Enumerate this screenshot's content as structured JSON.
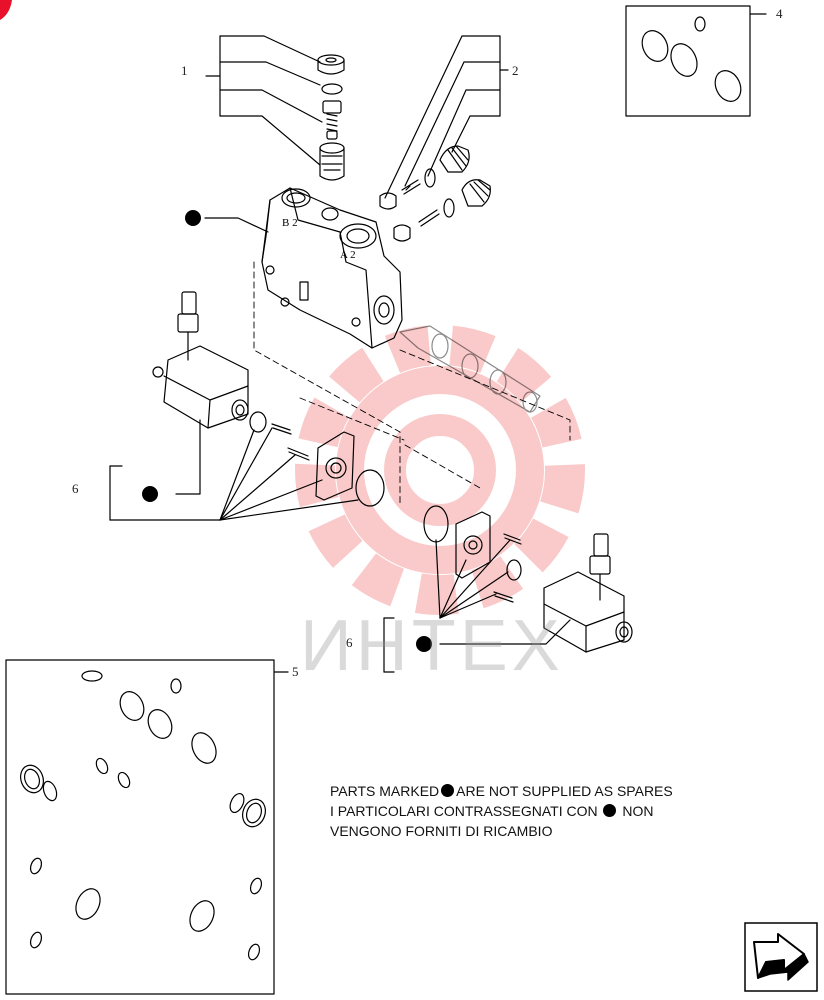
{
  "callouts": {
    "c1": "1",
    "c2": "2",
    "c4": "4",
    "c5": "5",
    "c6a": "6",
    "c6b": "6"
  },
  "port_labels": {
    "b2": "B 2",
    "a2": "A 2"
  },
  "note": {
    "line1_a": "PARTS MARKED",
    "line1_b": "ARE NOT SUPPLIED AS SPARES",
    "line2_a": "I  PARTICOLARI  CONTRASSEGNATI  CON",
    "line2_b": "NON",
    "line3": "VENGONO FORNITI DI RICAMBIO"
  },
  "watermark": "ИНТЕХ",
  "colors": {
    "line": "#000000",
    "watermark_gear": "#f6a0a0",
    "watermark_text": "#9a9a9a"
  },
  "icons": {
    "next_page": "next-page-arrow-icon",
    "marker": "black-dot-marker-icon"
  }
}
